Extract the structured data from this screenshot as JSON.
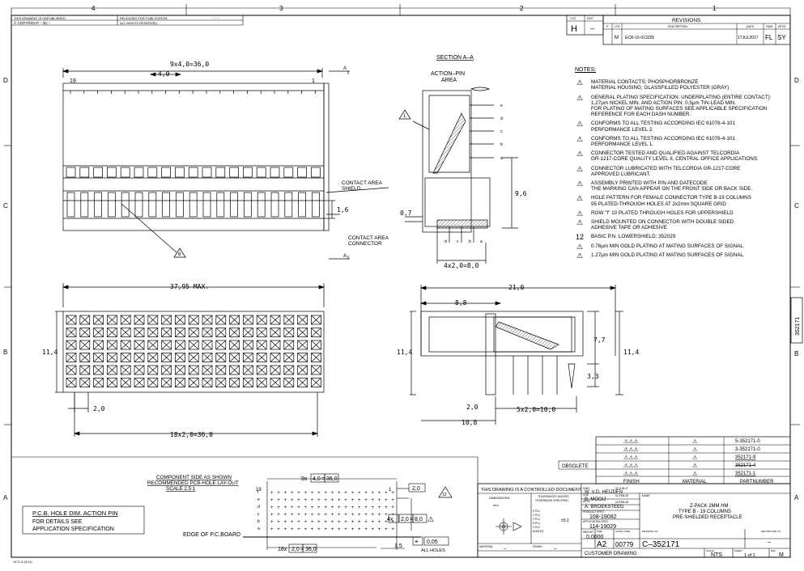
{
  "header": {
    "unpublished": "THIS DRAWING IS UNPUBLISHED.",
    "released": "RELEASED FOR PUBLICATION",
    "rights": "ALL RIGHTS RESERVED.",
    "copyright": "© COPYRIGHT  –  By –",
    "release_dash": "-   .   -"
  },
  "zones": {
    "columns": [
      "4",
      "3",
      "2",
      "1"
    ],
    "rows": [
      "D",
      "C",
      "B",
      "A"
    ]
  },
  "loc_box": {
    "loc_label": "LOC",
    "dist_label": "DIST",
    "loc": "H",
    "dist": "–"
  },
  "revisions": {
    "title": "REVISIONS",
    "headers": [
      "P",
      "LTR",
      "DESCRIPTION",
      "DATE",
      "DWN",
      "APVD"
    ],
    "row": {
      "ltr": "M",
      "desc": "ECR-16-013255",
      "date": "17JUL2017",
      "dwn": "FL",
      "apvd": "SY"
    }
  },
  "notes_title": "NOTES:",
  "notes": [
    {
      "mark": "⚠",
      "lines": [
        "MATERIAL CONTACTS; PHOSPHORBRONZE",
        "MATERIAL HOUSING; GLASSFILLED POLYESTER (GRAY)"
      ]
    },
    {
      "mark": "⚠",
      "lines": [
        "GENERAL PLATING SPECIFICATION: UNDERPLATING (ENTIRE CONTACT):",
        "1,27μm NICKEL MIN. AND ACTION PIN: 0,5μm TIN-LEAD MIN.",
        "FOR PLATING OF MATING SURFACES SEE APPLICABLE SPECIFICATION",
        "REFERENCE FOR EACH DASH NUMBER."
      ]
    },
    {
      "mark": "⚠",
      "lines": [
        "CONFORMS TO ALL TESTING ACCORDING IEC 61076-4-101",
        "PERFORMANCE LEVEL 2."
      ]
    },
    {
      "mark": "⚠",
      "lines": [
        "    CONFORMS TO ALL TESTING ACCORDING IEC 61076-4-101",
        "  PERFORMANCE LEVEL 1."
      ]
    },
    {
      "mark": "⚠",
      "lines": [
        "    CONNECTOR TESTED AND QUALIFIED AGAINST TELCORDIA",
        "  GR-1217-CORE QUALITY LEVEL II, CENTRAL OFFICE APPLICATIONS."
      ]
    },
    {
      "mark": "⚠",
      "lines": [
        "CONNECTOR LUBRICATED WITH TELCORDIA GR-1217-CORE",
        "APPROVED LUBRICANT."
      ]
    },
    {
      "mark": "⚠",
      "lines": [
        "ASSEMBLY PRINTED WITH P/N AND DATECODE",
        "THE MARKING CAN APPEAR ON THE FRONT SIDE OR BACK SIDE."
      ]
    },
    {
      "mark": "⚠",
      "lines": [
        "HOLE PATTERN FOR FEMALE CONNECTOR TYPE B-19 COLUMNS",
        " 95 PLATED-THROUGH HOLES AT 2x2mm SQUARE GRID"
      ]
    },
    {
      "mark": "⚠",
      "lines": [
        "ROW \"f\" 10 PLATED THROUGH HOLES FOR UPPERSHIELD"
      ]
    },
    {
      "mark": "⚠",
      "lines": [
        "SHIELD MOUNTED ON CONNECTOR WITH DOUBLE SIDED",
        "ADHESIVE TAPE OR ADHESIVE"
      ]
    },
    {
      "mark": "12",
      "lines": [
        "BASIC P.N. LOWERSHIELD: 352029"
      ]
    },
    {
      "mark": "⚠",
      "lines": [
        "0.76μm MIN GOLD PLATING AT MATING SURFACES OF SIGNAL."
      ]
    },
    {
      "mark": "⚠",
      "lines": [
        "1.27μm MIN GOLD PLATING AT MATING SURFACES OF SIGNAL."
      ]
    }
  ],
  "top_view": {
    "dim_total": "9x4,0=36,0",
    "dim_pitch": "4,0",
    "pin_19": "19",
    "pin_1": "1",
    "dim_16": "1,6",
    "contact_area_shield": [
      "CONTACT AREA",
      "SHIELD"
    ],
    "contact_area_connector": [
      "CONTACT AREA",
      "CONNECTOR"
    ],
    "callout_6": "6",
    "section_letter": "A",
    "dim_07": "0,7"
  },
  "section_view": {
    "title": "SECTION  A–A",
    "action_pin": [
      "ACTION–PIN",
      "AREA"
    ],
    "rows": [
      "e",
      "d",
      "c",
      "b",
      "a"
    ],
    "bottom_rows": [
      "d",
      "c",
      "b",
      "a"
    ],
    "callout_1": "1",
    "dim_96": "9,6",
    "dim_bottom": "4x2,0=8,0"
  },
  "front_view": {
    "dim_max": "37,95 MAX.",
    "dim_114": "11,4",
    "dim_2": "2,0",
    "dim_bottom": "18x2,0=36,0"
  },
  "side_view": {
    "dim_21": "21,0",
    "dim_88": "8,8",
    "dim_77": "7,7",
    "dim_114_left": "11,4",
    "dim_114_right": "11,4",
    "dim_33": "3,3",
    "dim_2": "2,0",
    "dim_5x": "5x2,0=10,0",
    "dim_108": "10,8"
  },
  "partnumbers": {
    "obsolete": "OBSOLETE",
    "headers": [
      "FINISH",
      "MATERIAL",
      "PARTNUMBER"
    ],
    "rows": [
      {
        "finish": "⚠⚠⚠",
        "material": "⚠",
        "pn": "5-352171-0"
      },
      {
        "finish": "⚠⚠⚠",
        "material": "⚠",
        "pn": "3-352171-0"
      },
      {
        "finish": "⚠⚠⚠",
        "material": "⚠",
        "pn": "352171-9"
      },
      {
        "finish": "⚠⚠⚠",
        "material": "⚠",
        "pn": "352171-4"
      },
      {
        "finish": "⚠⚠⚠",
        "material": "⚠",
        "pn": "352171-1"
      }
    ]
  },
  "pcb_layout": {
    "title": [
      "COMPONENT SIDE AS SHOWN",
      "RECOMMENDED PCB-HOLE LAY-OUT",
      "SCALE 2,5:1"
    ],
    "dim_top": [
      "9x",
      "4,0",
      "=",
      "36,0"
    ],
    "pin_19": "19",
    "pin_1": "1",
    "dim_right_top": "2,0",
    "callout_12": "12",
    "rows": [
      "f",
      "e",
      "d",
      "c",
      "b",
      "a"
    ],
    "dim_right_mid": [
      "4x",
      "2,0",
      "=",
      "8,0"
    ],
    "callout_mid": "⚠",
    "dim_bottom": [
      "18x",
      "2,0",
      "=",
      "36,0"
    ],
    "dim_15": "1,5",
    "tolerance": "0,05",
    "all_holes": "ALL HOLES",
    "edge": "EDGE OF P.C.BOARD"
  },
  "pcb_note": {
    "line1": "P.C.B. HOLE DIM. ACTION PIN",
    "line2": "FOR DETAILS SEE",
    "line3": "APPLICATION SPECIFICATION"
  },
  "title_block": {
    "controlled": "THIS DRAWING IS A CONTROLLED DOCUMENT.",
    "dimensions": "DIMENSIONS:",
    "mm": "mm",
    "tolerances": [
      "TOLERANCES UNLESS",
      "OTHERWISE SPECIFIED:"
    ],
    "places": [
      "0 PLC",
      "1 PLC",
      "2 PLC",
      "3 PLC",
      "4 PLC",
      "ANGLES"
    ],
    "tol_value": "±0.2",
    "material": "MATERIAL",
    "material_value": "–",
    "finish": "FINISH",
    "finish_value": "–",
    "weight": "WEIGHT",
    "weight_value": "0.0000",
    "dwn_label": "DWN",
    "dwn_name": "W. V.D. HEIJDEN",
    "dwn_date": "02-JUN-97",
    "chk_label": "CHK",
    "chk_name": "B. MOOIJ",
    "chk_date": "02-FEB-08",
    "apvd_label": "APVD",
    "apvd_name": "A. BROEKSTEEG",
    "apvd_date": "02-FEB-08",
    "product_spec": "PRODUCT SPEC",
    "product_spec_value": "108-19082",
    "application_spec": "APPLICATION SPEC",
    "application_spec_value": "114-19029",
    "name_label": "NAME",
    "name_lines": [
      "Z-PACK 2MM HM",
      "TYPE B - 19 COLUMNS",
      "PRE-SHIELDED RECEPTACLE"
    ],
    "size_label": "SIZE",
    "size": "A2",
    "cage_label": "CAGE CODE",
    "cage": "00779",
    "dwgno_label": "DRAWING NO",
    "dwgno": "C–352171",
    "restricted": "RESTRICTED TO",
    "restricted_value": "–",
    "customer": "CUSTOMER DRAWING",
    "scale_label": "SCALE",
    "scale": "NTS",
    "sheet_label": "SHEET",
    "sheet": "1 of 1",
    "rev_label": "REV",
    "rev": "M"
  },
  "side_tab": "352171",
  "form_no": "1471-8 (3/11)"
}
